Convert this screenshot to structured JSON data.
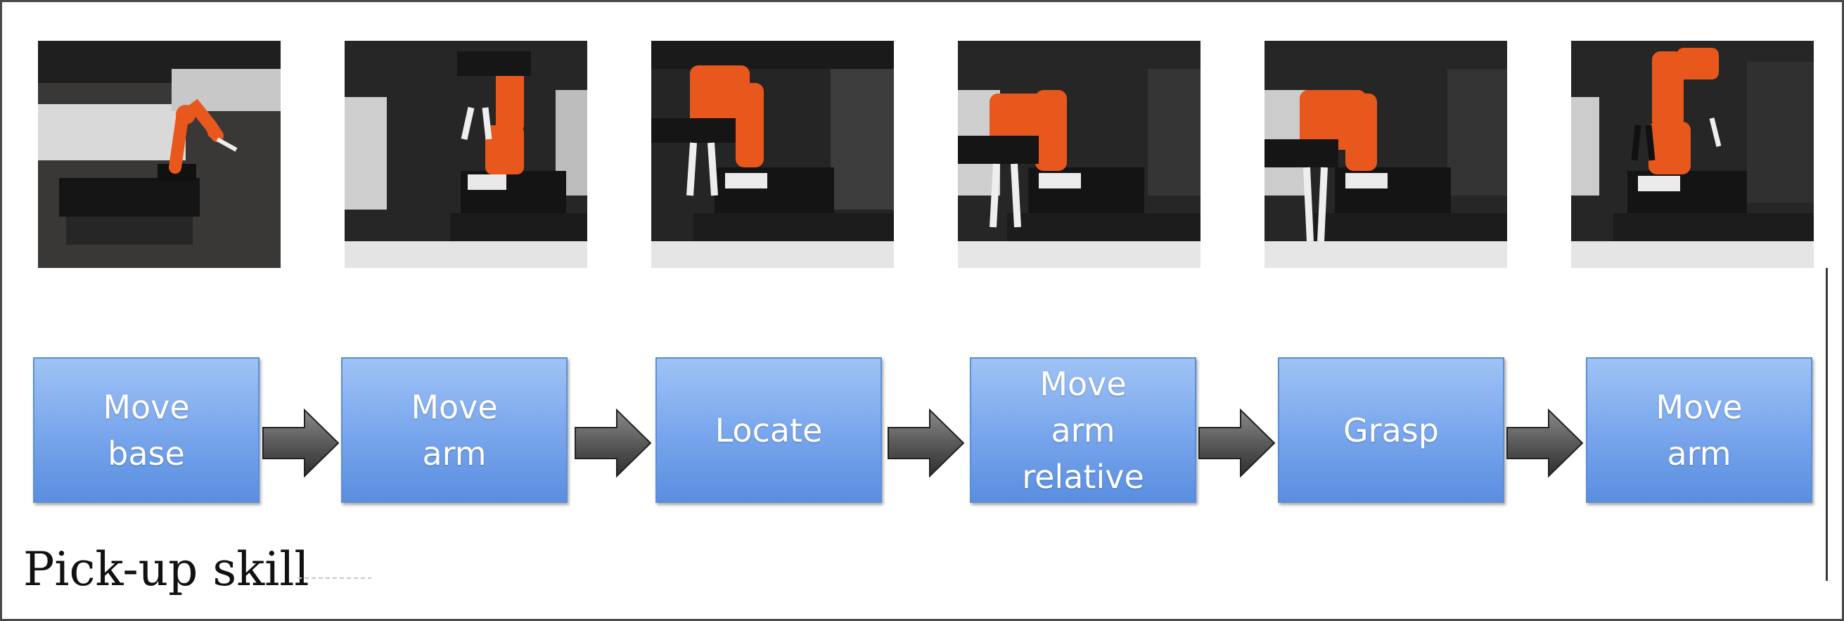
{
  "frames": [
    {
      "name": "photo-move-base"
    },
    {
      "name": "photo-move-arm"
    },
    {
      "name": "photo-locate"
    },
    {
      "name": "photo-move-arm-relative"
    },
    {
      "name": "photo-grasp"
    },
    {
      "name": "photo-move-arm-final"
    }
  ],
  "steps": [
    {
      "label": "Move\nbase"
    },
    {
      "label": "Move\narm"
    },
    {
      "label": "Locate"
    },
    {
      "label": "Move\narm\nrelative"
    },
    {
      "label": "Grasp"
    },
    {
      "label": "Move\narm"
    }
  ],
  "caption": "Pick-up skill",
  "colors": {
    "box_top": "#9fc3f5",
    "box_bottom": "#5a8ee0",
    "box_border": "#5b8fd6",
    "arrow_fill": "#555555",
    "robot_orange": "#e8581c",
    "robot_base": "#1c1c1c"
  },
  "icons": {
    "arrow": "right-block-arrow-icon"
  }
}
